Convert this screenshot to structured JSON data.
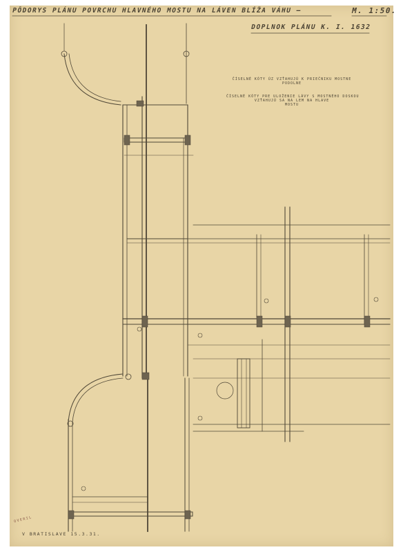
{
  "title_block": {
    "title": "PÔDORYS PLÁNU POVRCHU HLAVNÉHO MOSTU NA LÁVEN BLÍŽA VÁHU –",
    "scale": "M. 1:50.",
    "subtitle": "DOPLNOK PLÁNU K. I. 1632"
  },
  "notes": {
    "note1_line1": "ČÍSELNÉ KÓTY ÚZ VZŤAHUJÚ K PRIEČNIKU MOSTNE",
    "note1_line2": "PODOLNE",
    "note2_line1": "ČÍSELNÉ KÓTY PRE ULOŽENIE LÁVY S MOSTNÉHO DOSKOU",
    "note2_line2": "VZŤAHUJÚ SA NA LEM NA HLAVE",
    "note2_line3": "MOSTU"
  },
  "footer": {
    "place_date": "V BRATISLAVE 15.3.31.",
    "stamp": "OVERIL"
  },
  "colors": {
    "paper": "#e8d5a6",
    "ink": "#4a4233",
    "border": "#ffffff"
  }
}
